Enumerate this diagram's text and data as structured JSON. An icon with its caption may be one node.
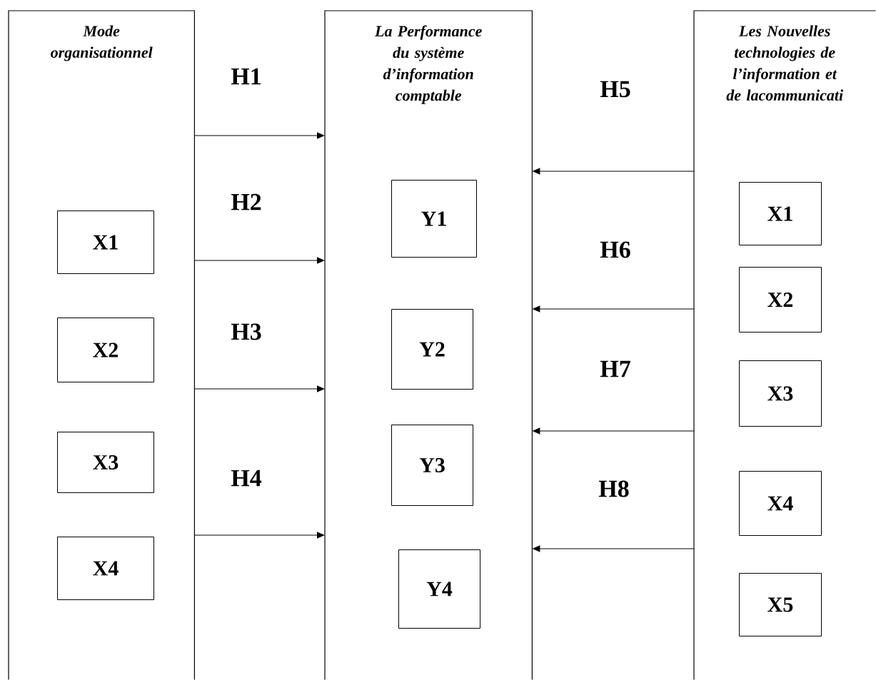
{
  "diagram": {
    "nodes": [
      {
        "text": [
          "Mode organisationnel"
        ]
      },
      {
        "text": [
          "X1"
        ],
        "in": 0
      },
      {
        "text": [
          "X2"
        ],
        "in": 0
      },
      {
        "text": [
          "X3"
        ],
        "in": 0
      },
      {
        "text": [
          "X4"
        ],
        "in": 0
      },
      {
        "text": [
          "La Performance du système d’information comptable"
        ]
      },
      {
        "text": [
          "Y1"
        ],
        "in": 5
      },
      {
        "text": [
          "Y2"
        ],
        "in": 5
      },
      {
        "text": [
          "Y3"
        ],
        "in": 5
      },
      {
        "text": [
          "Y4"
        ],
        "in": 5
      },
      {
        "text": [
          "Les Nouvelles technologies de l’information et de lacommunicati"
        ]
      },
      {
        "text": [
          "X1"
        ],
        "in": 10
      },
      {
        "text": [
          "X2"
        ],
        "in": 10
      },
      {
        "text": [
          "X3"
        ],
        "in": 10
      },
      {
        "text": [
          "X4"
        ],
        "in": 10
      },
      {
        "text": [
          "X5"
        ],
        "in": 10
      }
    ],
    "edges": [
      {
        "from": 0,
        "to": 5,
        "arrow": "to",
        "label": "H1"
      },
      {
        "from": 0,
        "to": 5,
        "arrow": "to",
        "label": "H2"
      },
      {
        "from": 0,
        "to": 5,
        "arrow": "to",
        "label": "H3"
      },
      {
        "from": 0,
        "to": 5,
        "arrow": "to",
        "label": "H4"
      },
      {
        "from": 10,
        "to": 5,
        "arrow": "to",
        "label": "H5"
      },
      {
        "from": 10,
        "to": 5,
        "arrow": "to",
        "label": "H6"
      },
      {
        "from": 10,
        "to": 5,
        "arrow": "to",
        "label": "H7"
      },
      {
        "from": 10,
        "to": 5,
        "arrow": "to",
        "label": "H8"
      }
    ]
  }
}
